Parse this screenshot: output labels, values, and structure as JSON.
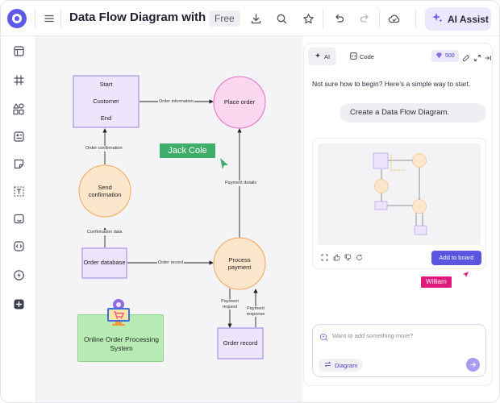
{
  "topbar": {
    "title": "Data Flow Diagram with AI",
    "plan_badge": "Free",
    "ai_assist_label": "AI Assist",
    "icons": [
      "menu-icon",
      "download-icon",
      "search-icon",
      "star-icon",
      "undo-icon",
      "redo-icon",
      "cloud-icon",
      "sparkle-icon"
    ]
  },
  "sidebar": {
    "icons": [
      "layout-icon",
      "grid-icon",
      "shapes-icon",
      "template-icon",
      "sticky-note-icon",
      "text-icon",
      "frame-icon",
      "code-icon",
      "lightning-icon",
      "add-icon"
    ]
  },
  "canvas": {
    "nodes": {
      "customer_start": "Start",
      "customer_name": "Customer",
      "customer_end": "End",
      "place_order": "Place order",
      "send_confirmation": "Send confirmation",
      "order_database": "Order database",
      "process_payment": "Process payment",
      "order_record": "Order record"
    },
    "edges": {
      "order_information": "Order information",
      "order_confirmation": "Order confirmation",
      "payment_details": "Payment details",
      "confirmation_data": "Confirmation data",
      "order_record": "Order record",
      "payment_request": "Payment request",
      "payment_response": "Payment response"
    },
    "cursor_tag": "Jack Cole",
    "card_text": "Online Order Processing System"
  },
  "panel": {
    "tab_ai": "AI",
    "tab_code": "Code",
    "credits": "500",
    "intro": "Not sure how to begin? Here’s a simple way to start.",
    "user_message": "Create a Data Flow Diagram.",
    "add_to_board": "Add to board",
    "cursor_tag": "William",
    "input_placeholder": "Want to add something more?",
    "diagram_chip": "Diagram"
  },
  "colors": {
    "accent": "#5b55e0",
    "process_fill": "#fde7cc",
    "process_stroke": "#f2a65a",
    "entity_fill": "#ece5fb",
    "entity_stroke": "#9c7ee0",
    "place_order_fill": "#fcd7ef",
    "place_order_stroke": "#e56fc0",
    "jack_tag": "#3fae6a",
    "william_tag": "#e0197c"
  }
}
